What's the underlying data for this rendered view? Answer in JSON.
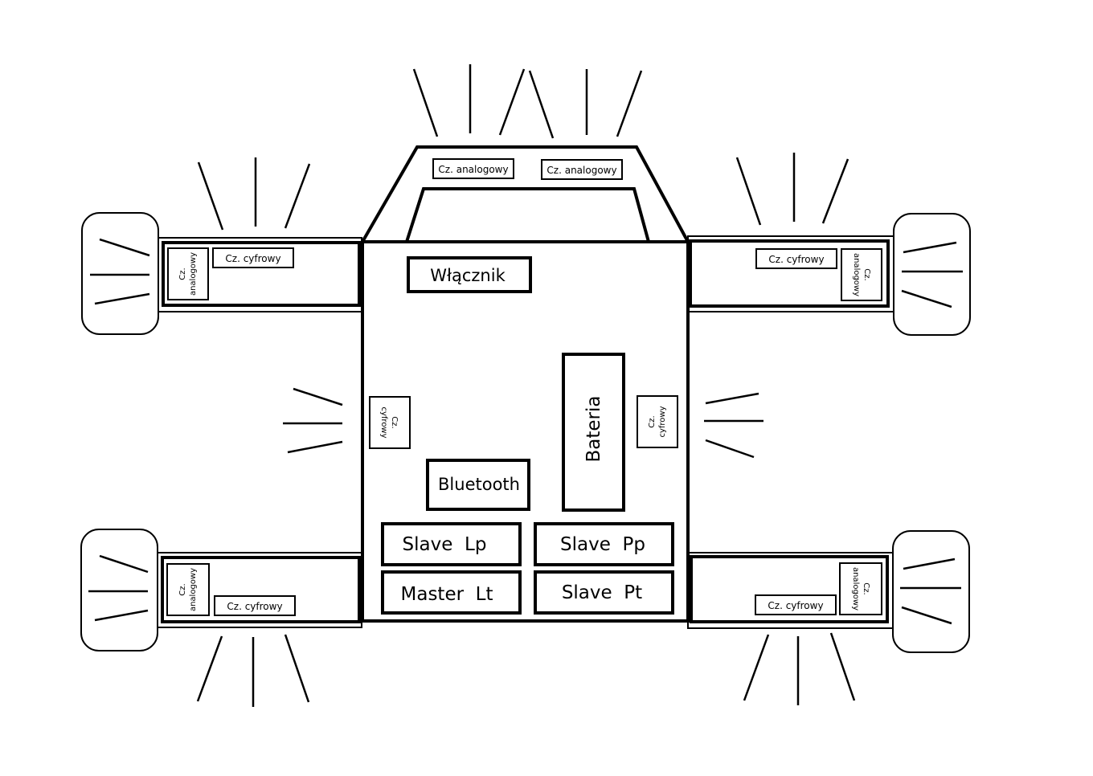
{
  "labels": {
    "switch": "Włącznik",
    "battery": "Bateria",
    "bluetooth": "Bluetooth",
    "slave_lp": "Slave  Lp",
    "slave_pp": "Slave  Pp",
    "master_lt": "Master  Lt",
    "slave_pt": "Slave  Pt",
    "analog_sensor": "Cz. analogowy",
    "digital_sensor": "Cz. cyfrowy",
    "analog_sensor_wrapped": [
      "Cz.",
      "analogowy"
    ],
    "digital_sensor_wrapped": [
      "Cz.",
      "cyfrowy"
    ]
  }
}
